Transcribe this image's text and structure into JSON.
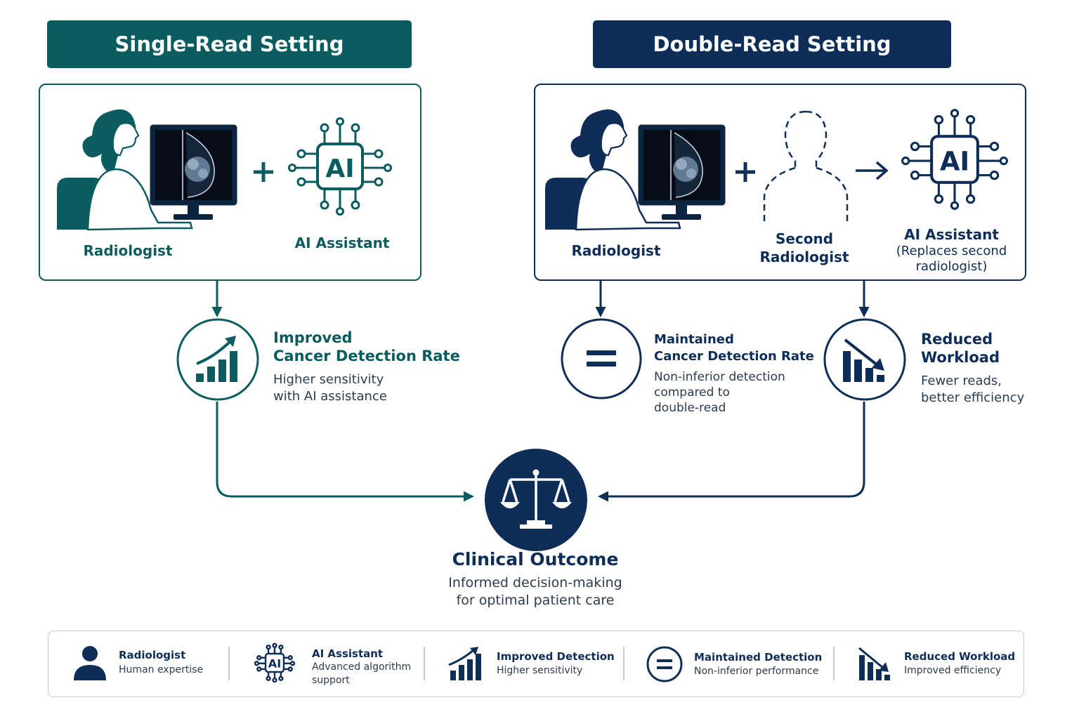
{
  "single": {
    "header": "Single-Read Setting",
    "radiologist_label": "Radiologist",
    "ai_label": "AI Assistant",
    "ai_chip_text": "AI",
    "result_title_1": "Improved",
    "result_title_2": "Cancer Detection Rate",
    "result_desc_1": "Higher sensitivity",
    "result_desc_2": "with AI assistance"
  },
  "double": {
    "header": "Double-Read Setting",
    "radiologist_label": "Radiologist",
    "second_label_1": "Second",
    "second_label_2": "Radiologist",
    "ai_label": "AI Assistant",
    "ai_sub_1": "(Replaces second",
    "ai_sub_2": "radiologist)",
    "ai_chip_text": "AI",
    "maintained_title_1": "Maintained",
    "maintained_title_2": "Cancer Detection Rate",
    "maintained_desc_1": "Non-inferior detection",
    "maintained_desc_2": "compared to",
    "maintained_desc_3": "double-read",
    "reduced_title_1": "Reduced",
    "reduced_title_2": "Workload",
    "reduced_desc_1": "Fewer reads,",
    "reduced_desc_2": "better efficiency"
  },
  "outcome": {
    "title": "Clinical Outcome",
    "desc_1": "Informed decision-making",
    "desc_2": "for optimal patient care"
  },
  "legend": [
    {
      "title": "Radiologist",
      "desc_1": "Human expertise",
      "desc_2": "",
      "icon": "person-icon"
    },
    {
      "title": "AI Assistant",
      "desc_1": "Advanced algorithm",
      "desc_2": "support",
      "icon": "ai-chip-icon"
    },
    {
      "title": "Improved Detection",
      "desc_1": "Higher sensitivity",
      "desc_2": "",
      "icon": "chart-up-icon"
    },
    {
      "title": "Maintained Detection",
      "desc_1": "Non-inferior performance",
      "desc_2": "",
      "icon": "equals-icon"
    },
    {
      "title": "Reduced Workload",
      "desc_1": "Improved efficiency",
      "desc_2": "",
      "icon": "chart-down-icon"
    }
  ],
  "colors": {
    "teal": "#0b5c5f",
    "navy": "#0e2e57",
    "text": "#2b3c4e",
    "border": "#c2cad3"
  }
}
